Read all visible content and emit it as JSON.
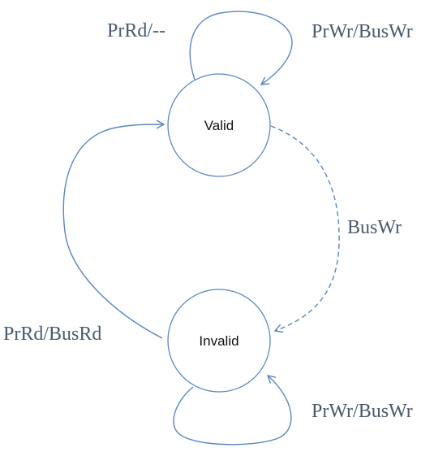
{
  "states": {
    "valid": "Valid",
    "invalid": "Invalid"
  },
  "transitions": {
    "valid_self_read": "PrRd/--",
    "valid_self_write": "PrWr/BusWr",
    "valid_to_invalid": "BusWr",
    "invalid_to_valid": "PrRd/BusRd",
    "invalid_self_write": "PrWr/BusWr"
  },
  "colors": {
    "stroke": "#5b86c0",
    "edge_label": "#4a5a6e",
    "state_label": "#111111"
  }
}
